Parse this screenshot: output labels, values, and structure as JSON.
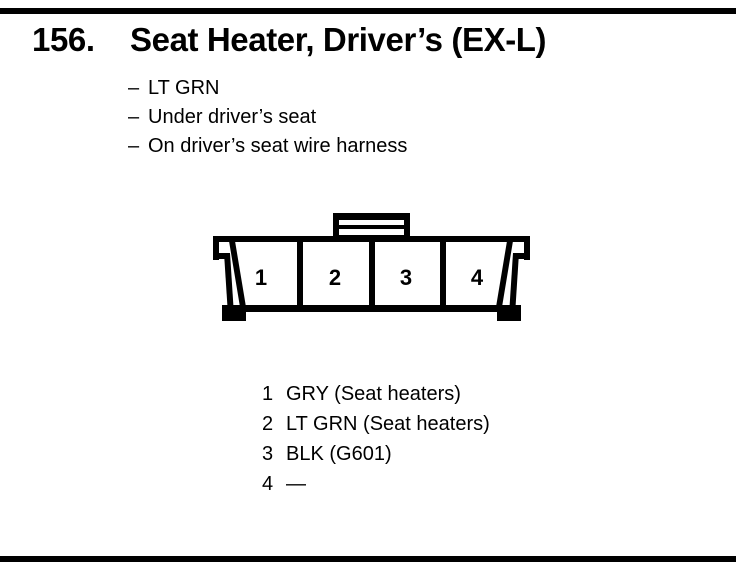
{
  "heading": {
    "number": "156.",
    "title": "Seat Heater, Driver’s (EX-L)"
  },
  "notes": {
    "bullet": "–",
    "items": [
      "LT GRN",
      "Under driver’s seat",
      "On driver’s seat wire harness"
    ]
  },
  "connector": {
    "description": "4-cavity connector, front view",
    "pins": [
      "1",
      "2",
      "3",
      "4"
    ]
  },
  "legend": {
    "rows": [
      {
        "pin": "1",
        "desc": "GRY (Seat heaters)"
      },
      {
        "pin": "2",
        "desc": "LT GRN (Seat heaters)"
      },
      {
        "pin": "3",
        "desc": "BLK (G601)"
      },
      {
        "pin": "4",
        "desc": "—"
      }
    ]
  },
  "colors": {
    "ink": "#000000",
    "paper": "#ffffff"
  }
}
